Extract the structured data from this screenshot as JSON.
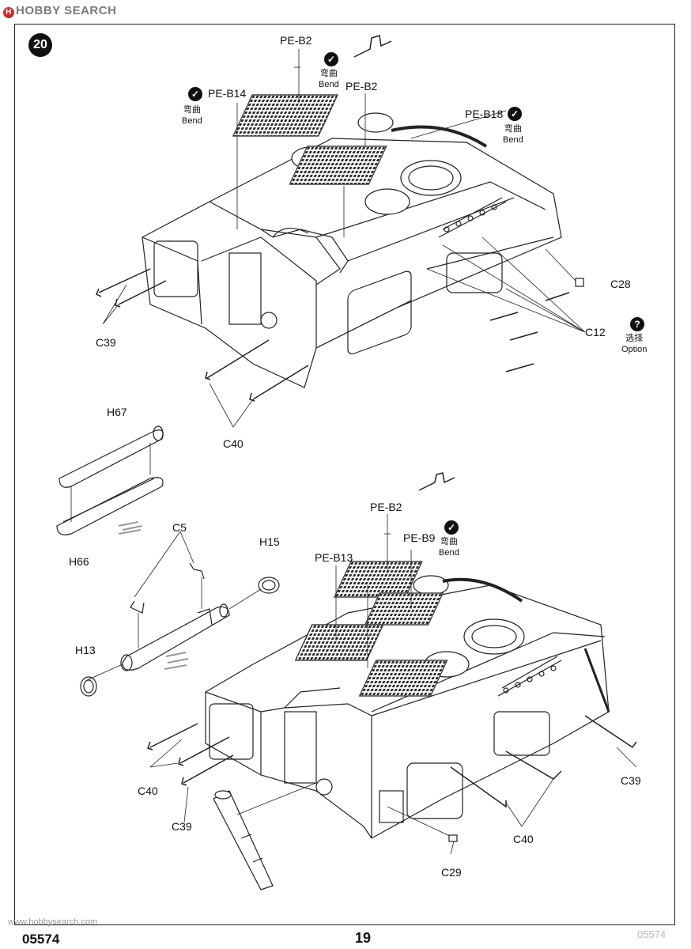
{
  "header": {
    "watermark": "HOBBY SEARCH",
    "logo_letter": "H"
  },
  "step_number": "20",
  "top_assembly": {
    "labels": {
      "pe_b2_a": "PE-B2",
      "pe_b2_b": "PE-B2",
      "pe_b14": "PE-B14",
      "pe_b18": "PE-B18",
      "c28": "C28",
      "c12": "C12",
      "c39": "C39",
      "c40": "C40"
    },
    "bend_a": {
      "cn": "弯曲",
      "en": "Bend"
    },
    "bend_b": {
      "cn": "弯曲",
      "en": "Bend"
    },
    "bend_c": {
      "cn": "弯曲",
      "en": "Bend"
    },
    "option": {
      "cn": "选择",
      "en": "Option",
      "icon": "?"
    }
  },
  "middle_parts": {
    "h67": "H67",
    "h66": "H66",
    "c5": "C5",
    "h15": "H15",
    "h13": "H13"
  },
  "bottom_assembly": {
    "labels": {
      "pe_b2": "PE-B2",
      "pe_b9": "PE-B9",
      "pe_b13": "PE-B13",
      "c39_right": "C39",
      "c40_left": "C40",
      "c39_left": "C39",
      "c40_right": "C40",
      "c29": "C29"
    },
    "bend": {
      "cn": "弯曲",
      "en": "Bend"
    }
  },
  "footer": {
    "code": "05574",
    "page": "19",
    "watermark_left": "www.hobbysearch.com",
    "watermark_right": "05574"
  }
}
